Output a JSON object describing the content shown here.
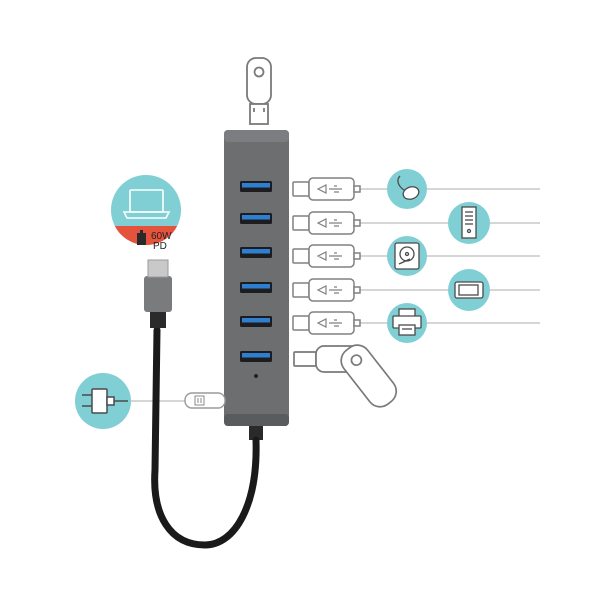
{
  "power_badge": {
    "line1": "60W",
    "line2": "PD"
  },
  "colors": {
    "hub_body": "#6d6e70",
    "hub_edge": "#4f5052",
    "port_blue": "#2f7fd0",
    "accent_teal": "#7fcfd4",
    "badge_red": "#e5533d",
    "cable_black": "#1a1a1a",
    "cable_grey": "#7a7b7d",
    "line_grey": "#bfbfbf"
  },
  "hub": {
    "ports": 6
  },
  "devices": [
    {
      "name": "usb-flash-drive-icon"
    },
    {
      "name": "mouse-icon"
    },
    {
      "name": "pc-tower-icon"
    },
    {
      "name": "hard-drive-icon"
    },
    {
      "name": "smartphone-icon"
    },
    {
      "name": "printer-icon"
    },
    {
      "name": "laptop-icon"
    },
    {
      "name": "power-adapter-icon"
    }
  ]
}
